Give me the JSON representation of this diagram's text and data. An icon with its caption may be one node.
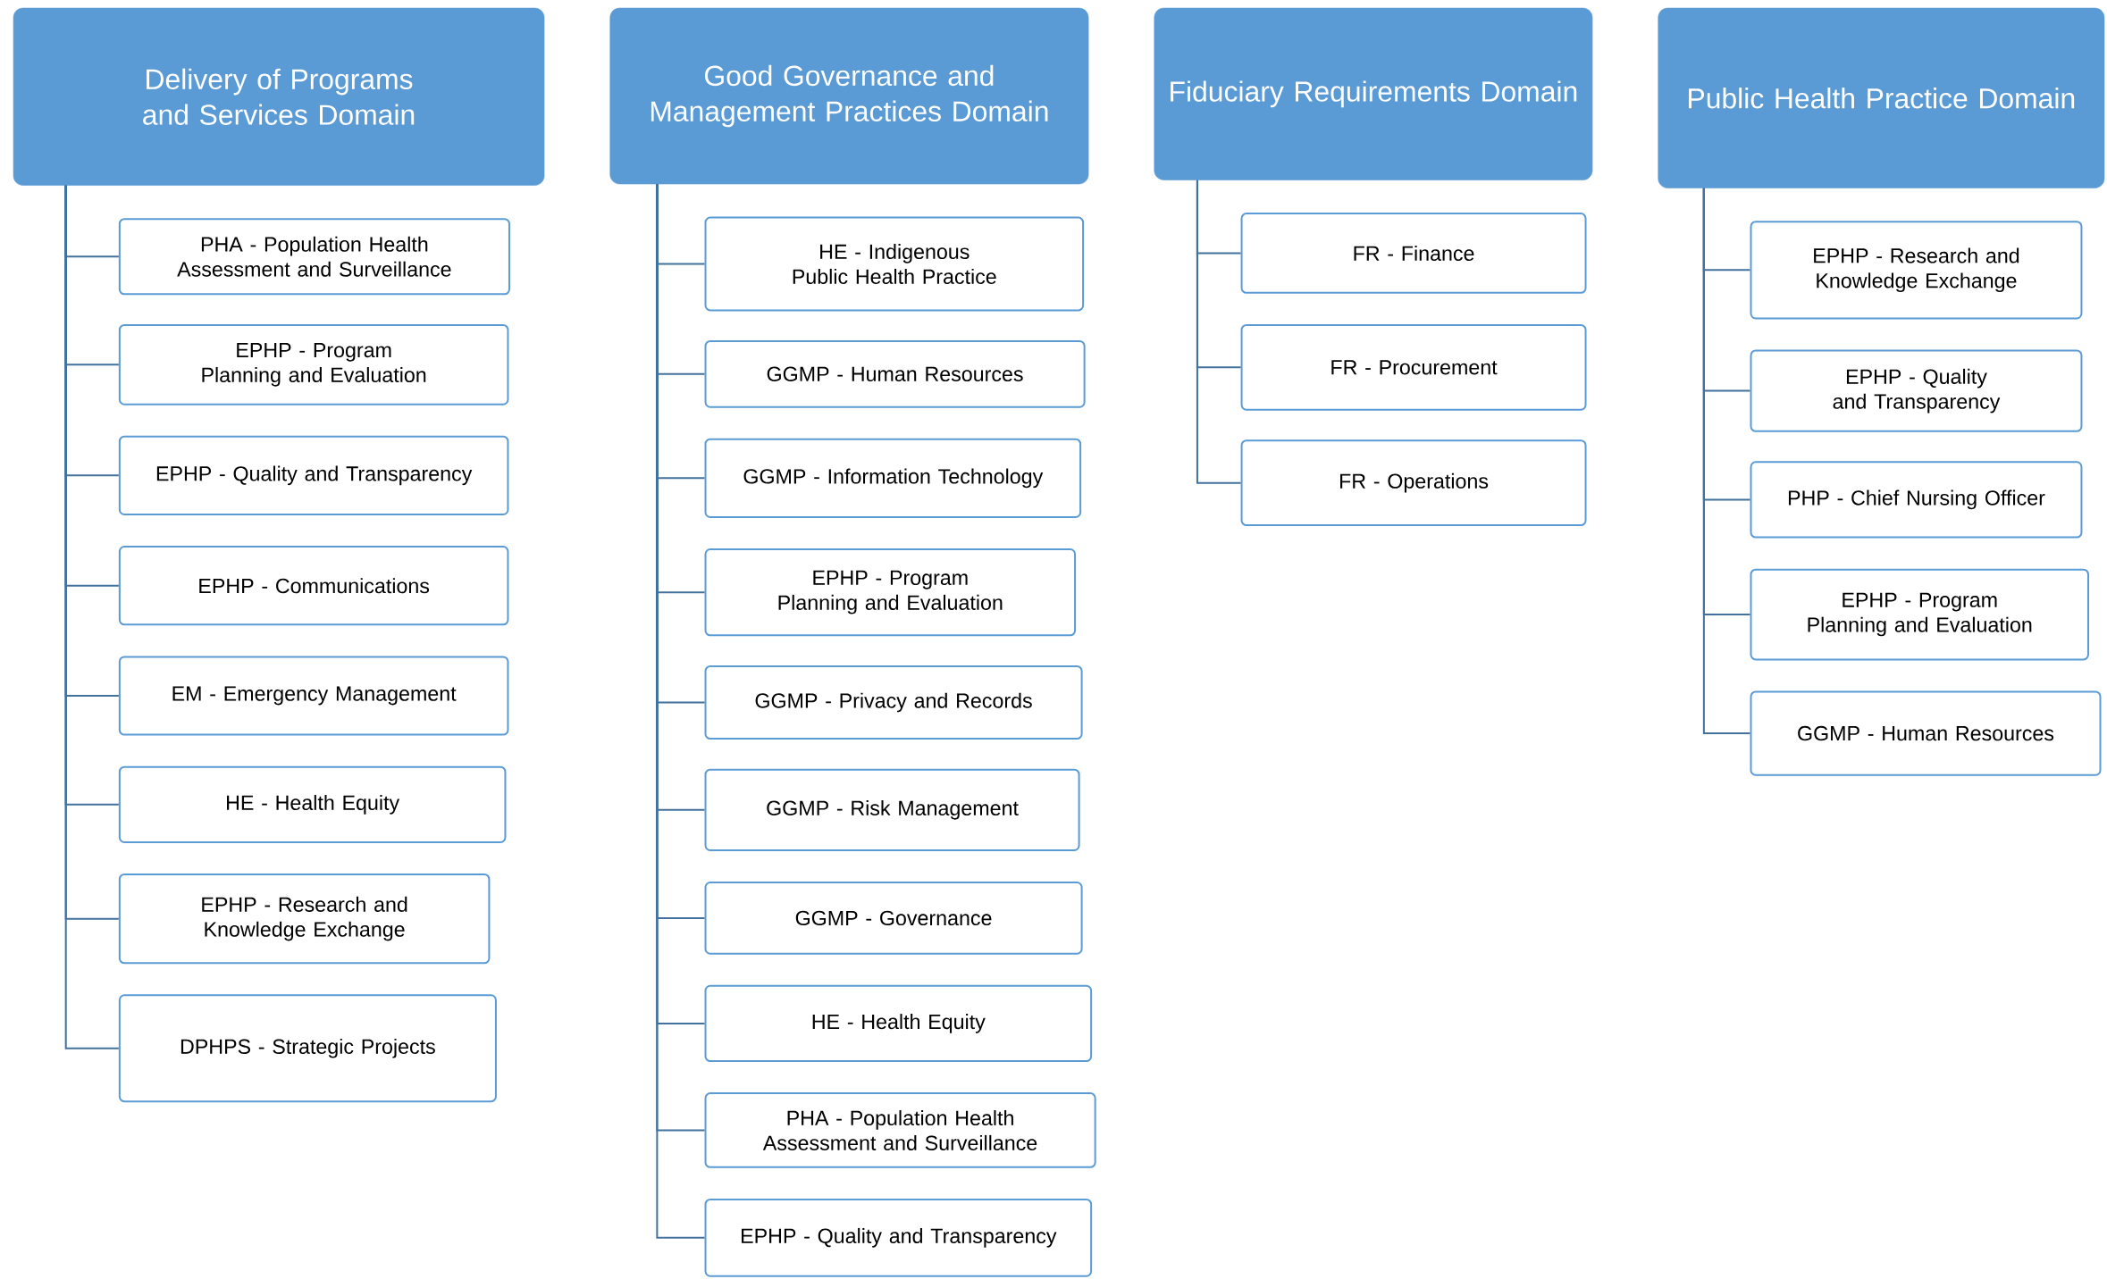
{
  "diagram": {
    "nodes": [
      {
        "text": [
          "Delivery of Programs and Services Domain"
        ]
      },
      {
        "text": [
          "PHA - Population Health Assessment and Surveillance"
        ]
      },
      {
        "text": [
          "EPHP - Program Planning and Evaluation"
        ]
      },
      {
        "text": [
          "EPHP - Quality and Transparency"
        ]
      },
      {
        "text": [
          "EPHP - Communications"
        ]
      },
      {
        "text": [
          "EM - Emergency Management"
        ]
      },
      {
        "text": [
          "HE - Health Equity"
        ]
      },
      {
        "text": [
          "EPHP - Research and Knowledge Exchange"
        ]
      },
      {
        "text": [
          "DPHPS - Strategic Projects"
        ]
      },
      {
        "text": [
          "Good Governance and Management Practices Domain"
        ]
      },
      {
        "text": [
          "HE - Indigenous Public Health Practice"
        ]
      },
      {
        "text": [
          "GGMP - Human Resources"
        ]
      },
      {
        "text": [
          "GGMP - Information Technology"
        ]
      },
      {
        "text": [
          "EPHP - Program Planning and Evaluation"
        ]
      },
      {
        "text": [
          "GGMP - Privacy and Records"
        ]
      },
      {
        "text": [
          "GGMP - Risk Management"
        ]
      },
      {
        "text": [
          "GGMP - Governance"
        ]
      },
      {
        "text": [
          "HE - Health Equity"
        ]
      },
      {
        "text": [
          "PHA - Population Health Assessment and Surveillance"
        ]
      },
      {
        "text": [
          "EPHP - Quality and Transparency"
        ]
      },
      {
        "text": [
          "Fiduciary Requirements Domain"
        ]
      },
      {
        "text": [
          "FR - Finance"
        ]
      },
      {
        "text": [
          "FR - Procurement"
        ]
      },
      {
        "text": [
          "FR - Operations"
        ]
      },
      {
        "text": [
          "Public Health Practice Domain"
        ]
      },
      {
        "text": [
          "EPHP - Research and Knowledge Exchange"
        ]
      },
      {
        "text": [
          "EPHP - Quality and Transparency"
        ]
      },
      {
        "text": [
          "PHP - Chief Nursing Officer"
        ]
      },
      {
        "text": [
          "EPHP - Program Planning and Evaluation"
        ]
      },
      {
        "text": [
          "GGMP - Human Resources"
        ]
      }
    ],
    "edges": [
      {
        "from": 0,
        "to": 1,
        "arrow": "none"
      },
      {
        "from": 0,
        "to": 2,
        "arrow": "none"
      },
      {
        "from": 0,
        "to": 3,
        "arrow": "none"
      },
      {
        "from": 0,
        "to": 4,
        "arrow": "none"
      },
      {
        "from": 0,
        "to": 5,
        "arrow": "none"
      },
      {
        "from": 0,
        "to": 6,
        "arrow": "none"
      },
      {
        "from": 0,
        "to": 7,
        "arrow": "none"
      },
      {
        "from": 0,
        "to": 8,
        "arrow": "none"
      },
      {
        "from": 9,
        "to": 10,
        "arrow": "none"
      },
      {
        "from": 9,
        "to": 11,
        "arrow": "none"
      },
      {
        "from": 9,
        "to": 12,
        "arrow": "none"
      },
      {
        "from": 9,
        "to": 13,
        "arrow": "none"
      },
      {
        "from": 9,
        "to": 14,
        "arrow": "none"
      },
      {
        "from": 9,
        "to": 15,
        "arrow": "none"
      },
      {
        "from": 9,
        "to": 16,
        "arrow": "none"
      },
      {
        "from": 9,
        "to": 17,
        "arrow": "none"
      },
      {
        "from": 9,
        "to": 18,
        "arrow": "none"
      },
      {
        "from": 9,
        "to": 19,
        "arrow": "none"
      },
      {
        "from": 20,
        "to": 21,
        "arrow": "none"
      },
      {
        "from": 20,
        "to": 22,
        "arrow": "none"
      },
      {
        "from": 20,
        "to": 23,
        "arrow": "none"
      },
      {
        "from": 24,
        "to": 25,
        "arrow": "none"
      },
      {
        "from": 24,
        "to": 26,
        "arrow": "none"
      },
      {
        "from": 24,
        "to": 27,
        "arrow": "none"
      },
      {
        "from": 24,
        "to": 28,
        "arrow": "none"
      },
      {
        "from": 24,
        "to": 29,
        "arrow": "none"
      }
    ]
  }
}
